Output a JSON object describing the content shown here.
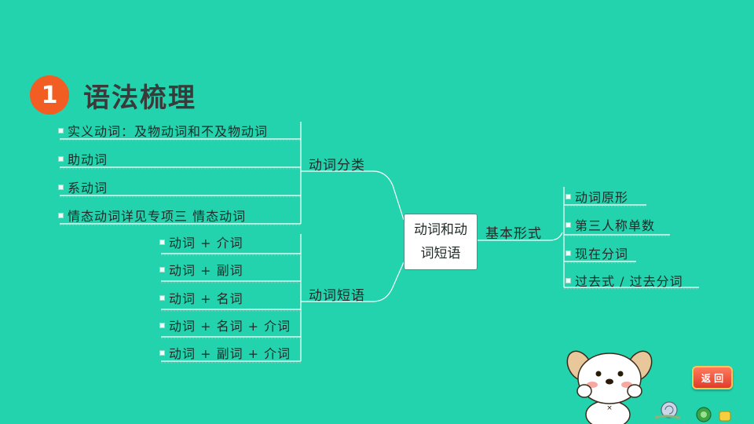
{
  "header": {
    "number": "1",
    "title": "语法梳理"
  },
  "mindmap": {
    "center": {
      "line1": "动词和动",
      "line2": "词短语"
    },
    "branches": {
      "classification": {
        "label": "动词分类",
        "items": [
          "实义动词：及物动词和不及物动词",
          "助动词",
          "系动词",
          "情态动词详见专项三 情态动词"
        ]
      },
      "phrases": {
        "label": "动词短语",
        "items": [
          "动词 + 介词",
          "动词 + 副词",
          "动词 + 名词",
          "动词 + 名词 + 介词",
          "动词 + 副词 + 介词"
        ]
      },
      "basic_forms": {
        "label": "基本形式",
        "items": [
          "动词原形",
          "第三人称单数",
          "现在分词",
          "过去式 / 过去分词"
        ]
      }
    }
  },
  "back_button": {
    "label": "返 回"
  },
  "colors": {
    "background": "#23d3ad",
    "badge": "#f25d24",
    "line": "#ffffff",
    "back_button": "#e23b2a"
  }
}
